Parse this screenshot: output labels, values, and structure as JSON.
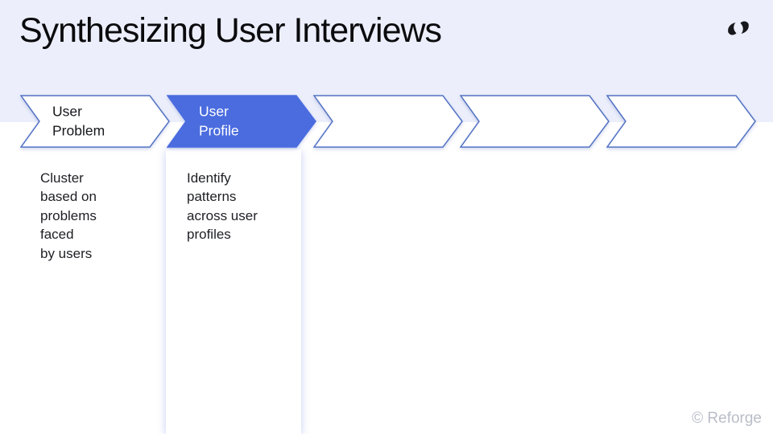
{
  "slide": {
    "title": "Synthesizing User Interviews",
    "watermark": "© Reforge",
    "logo": "reforge-logo"
  },
  "process": {
    "stages": [
      {
        "label": "User\nProblem",
        "description": "Cluster\nbased on\nproblems\nfaced\nby users",
        "active": false
      },
      {
        "label": "User\nProfile",
        "description": "Identify\npatterns\nacross user\nprofiles",
        "active": true
      },
      {
        "label": "",
        "description": "",
        "active": false
      },
      {
        "label": "",
        "description": "",
        "active": false
      },
      {
        "label": "",
        "description": "",
        "active": false
      }
    ]
  },
  "colors": {
    "accent": "#4B6CDF",
    "chevron-border": "#5473C4",
    "band-bg": "#ECEFFB",
    "title-color": "#0B0B0E",
    "text-color": "#1E1F24",
    "logo-color": "#17181C",
    "watermark-color": "#B9BDC7",
    "card-shadow": "rgba(108,130,220,0.38)"
  }
}
